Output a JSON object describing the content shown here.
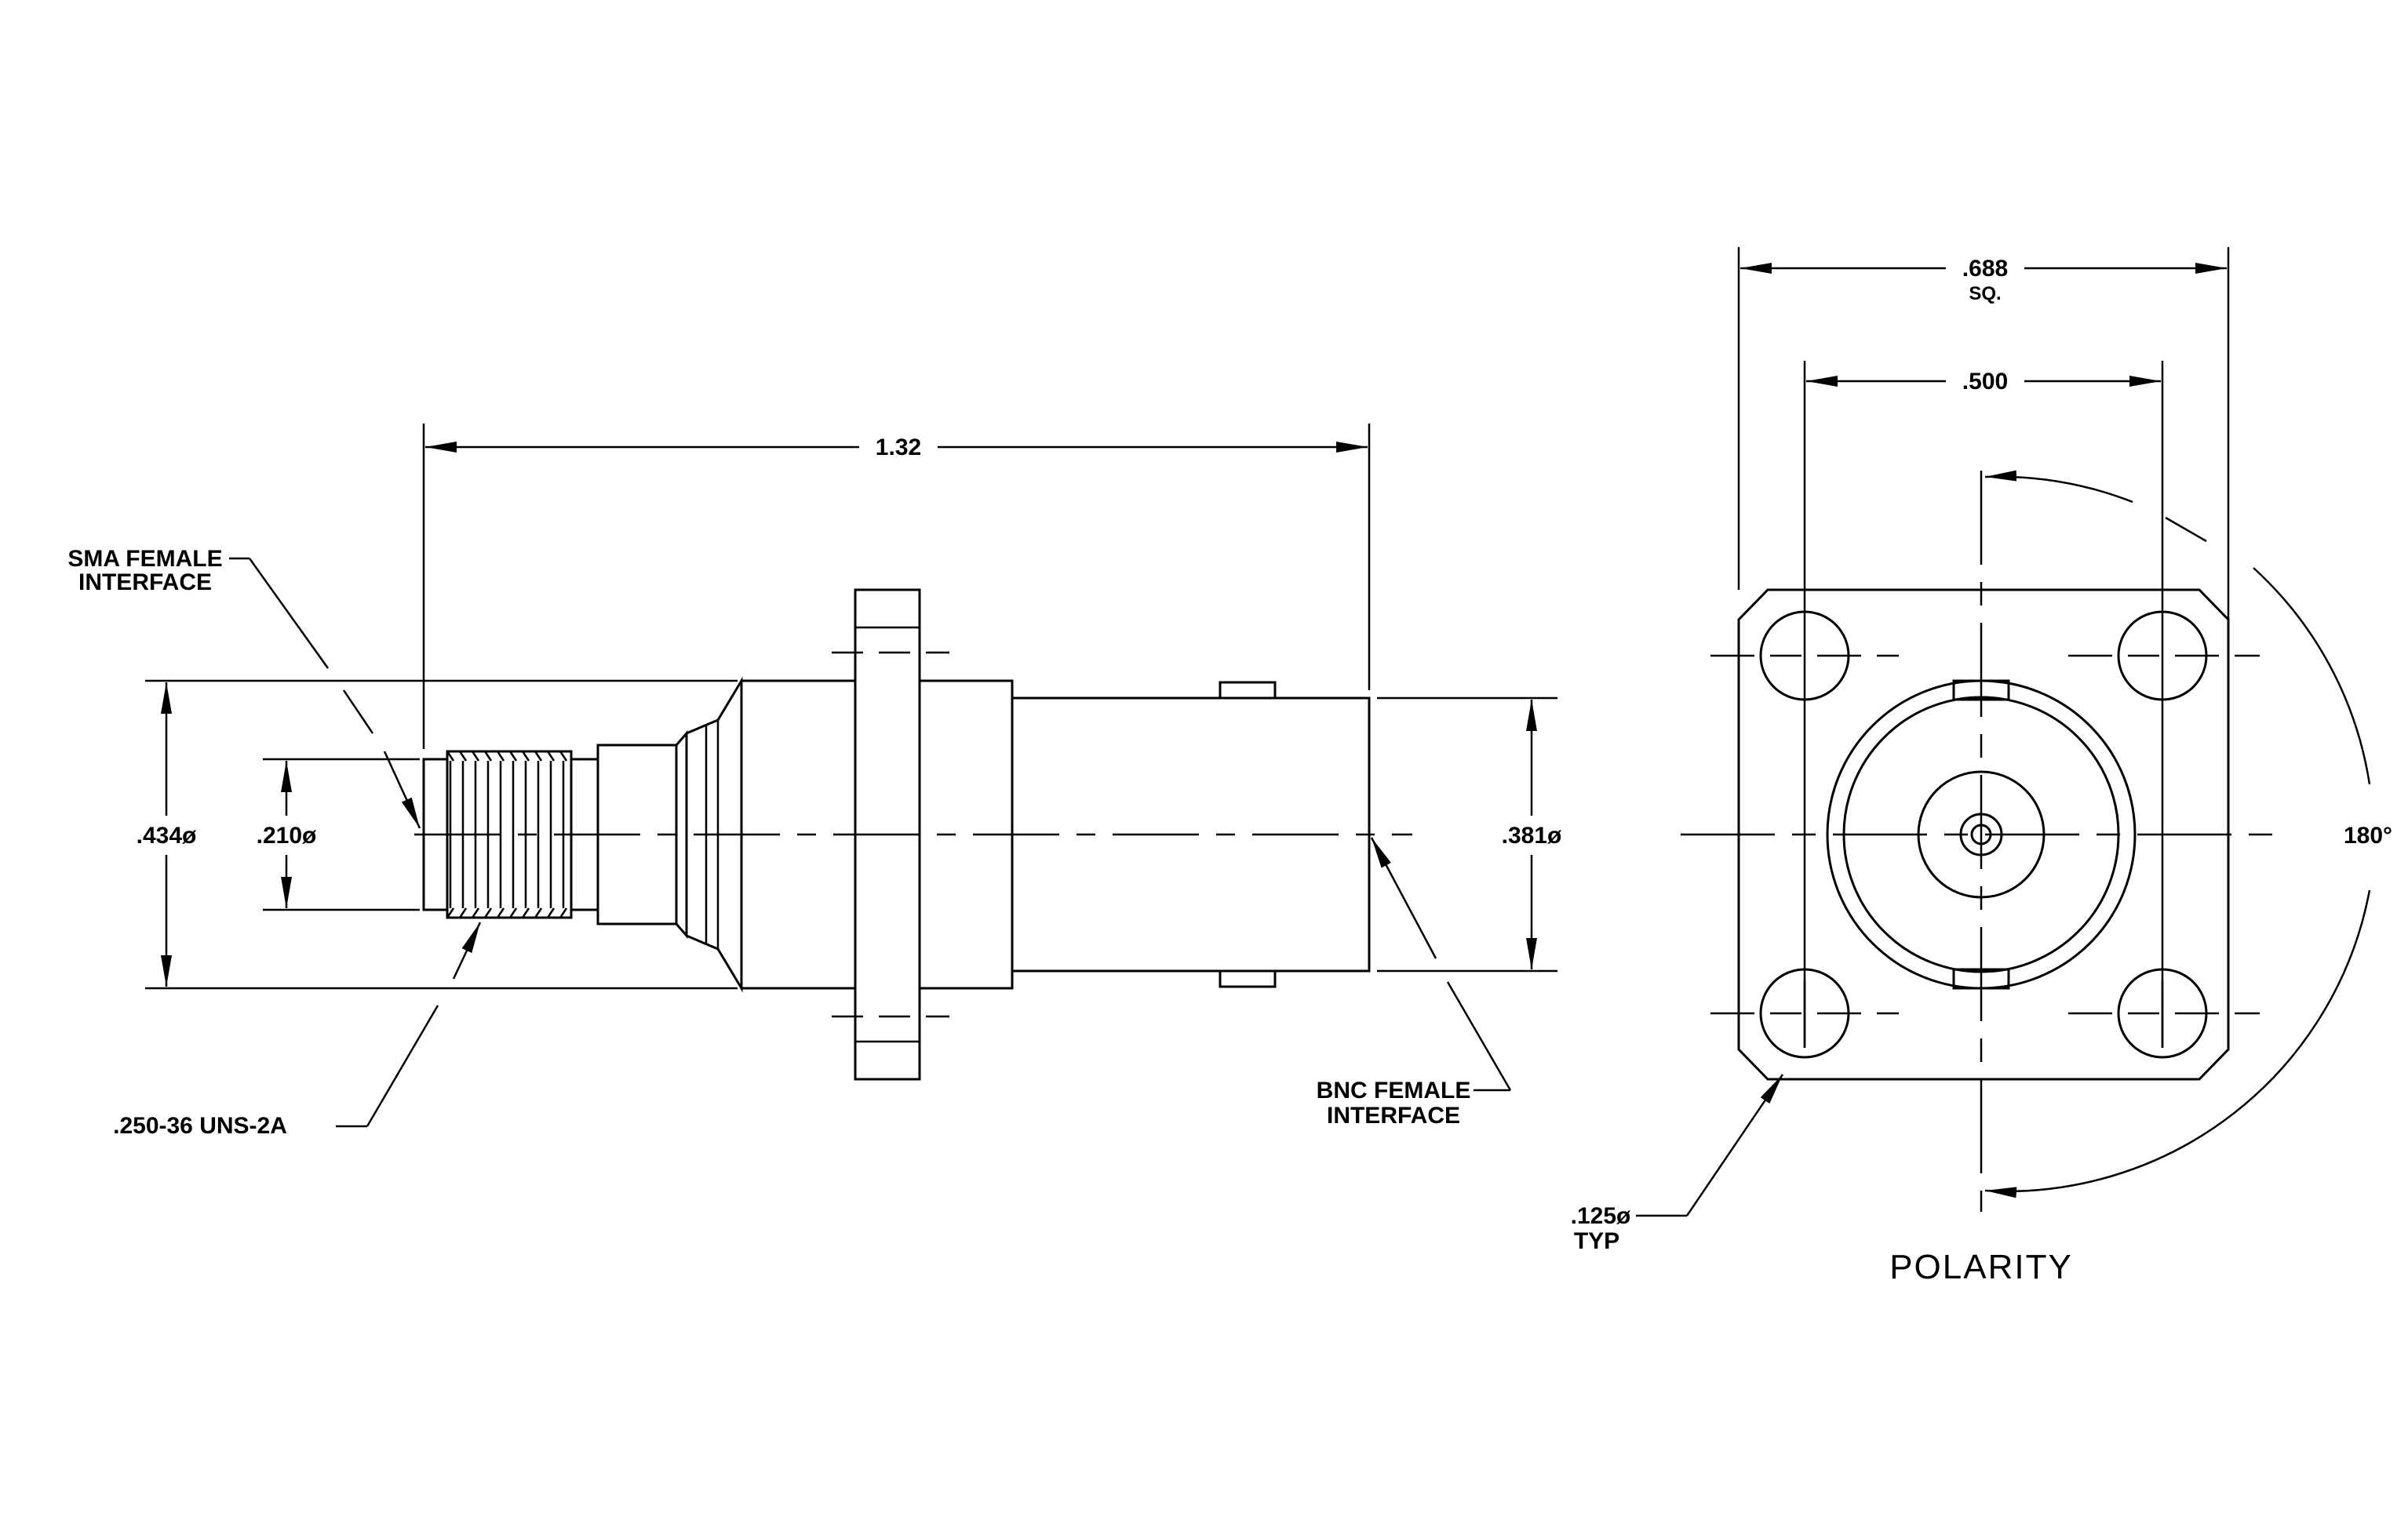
{
  "labels": {
    "sma_line1": "SMA FEMALE",
    "sma_line2": "INTERFACE",
    "bnc_line1": "BNC FEMALE",
    "bnc_line2": "INTERFACE",
    "thread": ".250-36 UNS-2A",
    "hole_size": ".125ø",
    "hole_typ": "TYP",
    "polarity": "POLARITY"
  },
  "dimensions": {
    "overall_length": "1.32",
    "body_diameter": ".434ø",
    "sma_diameter": ".210ø",
    "bnc_diameter": ".381ø",
    "flange_square": ".688",
    "flange_square_suffix": "SQ.",
    "hole_spacing": ".500",
    "polarity_angle": "180°"
  }
}
